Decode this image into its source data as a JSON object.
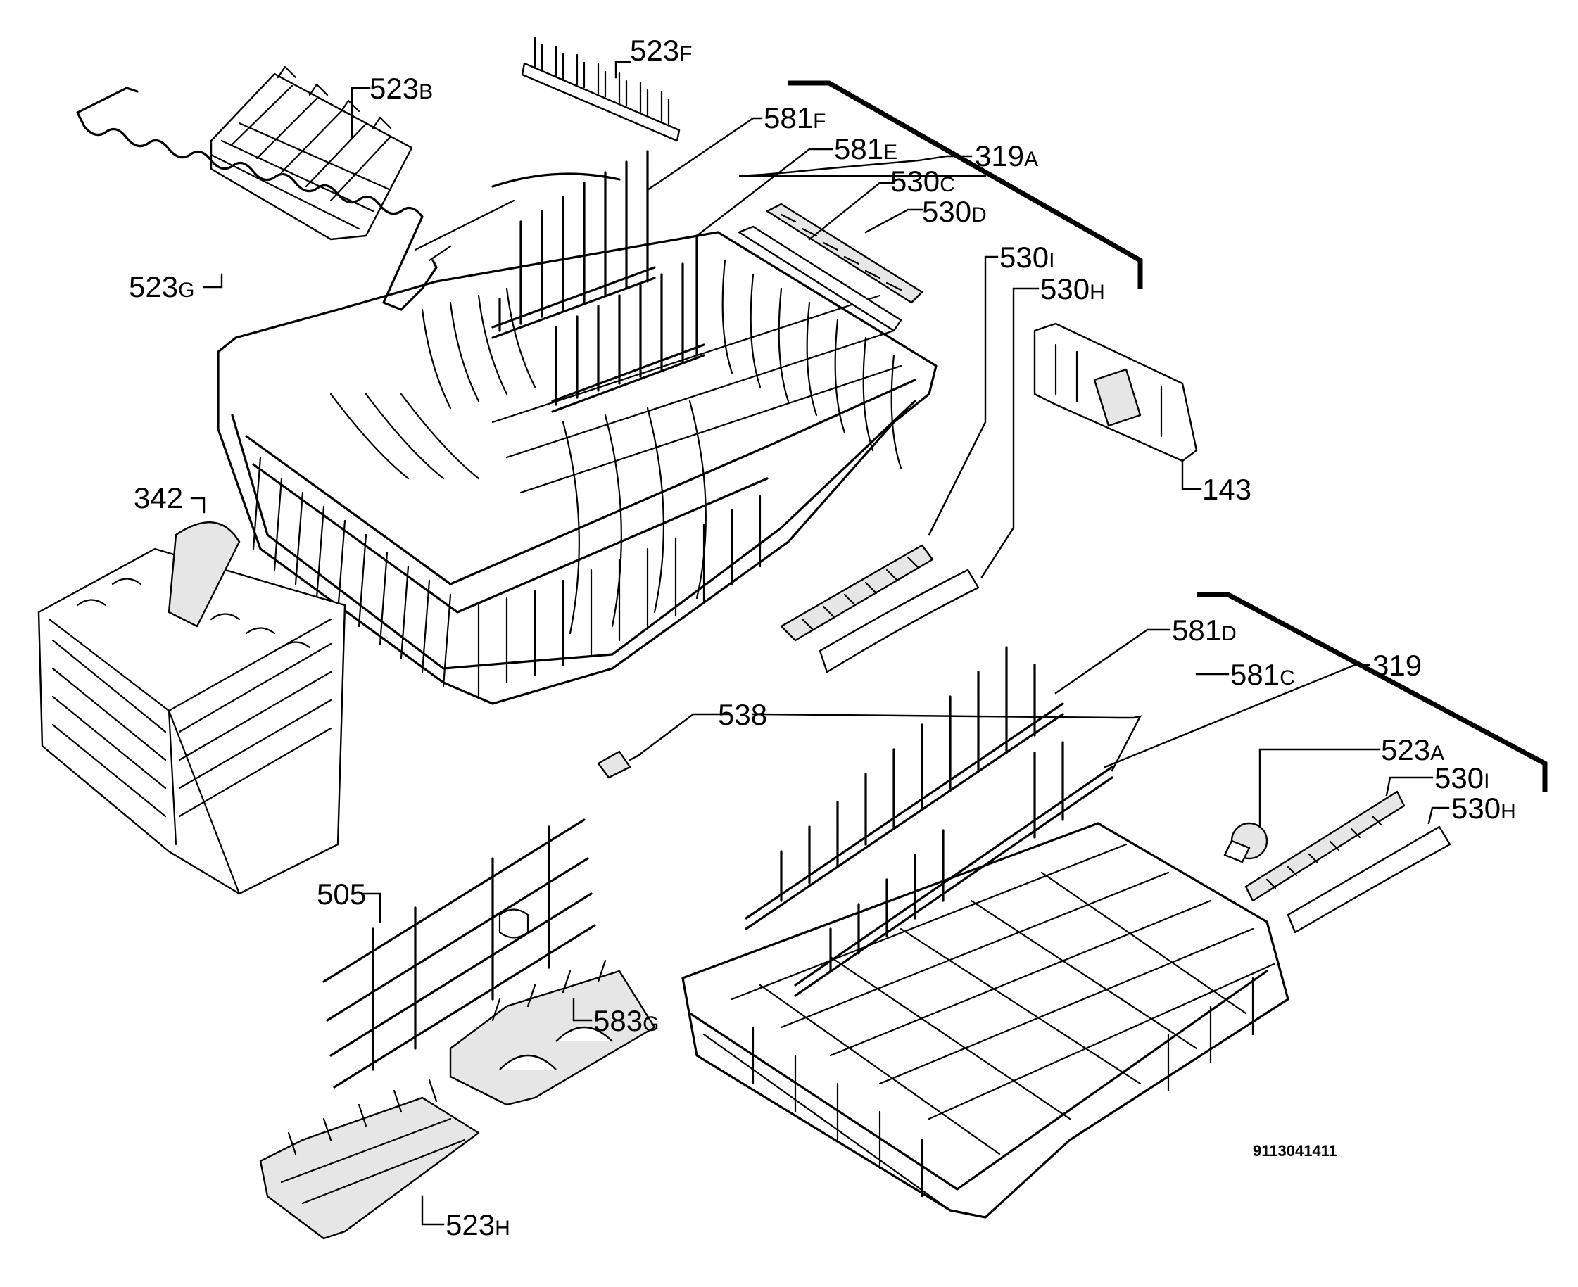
{
  "labels": {
    "p523F": {
      "num": "523",
      "sfx": "F"
    },
    "p523B": {
      "num": "523",
      "sfx": "B"
    },
    "p581F": {
      "num": "581",
      "sfx": "F"
    },
    "p581E": {
      "num": "581",
      "sfx": "E"
    },
    "p319A": {
      "num": "319",
      "sfx": "A"
    },
    "p530C": {
      "num": "530",
      "sfx": "C"
    },
    "p530D": {
      "num": "530",
      "sfx": "D"
    },
    "p530I_top": {
      "num": "530",
      "sfx": "I"
    },
    "p530H_top": {
      "num": "530",
      "sfx": "H"
    },
    "p523G": {
      "num": "523",
      "sfx": "G"
    },
    "p143": {
      "num": "143",
      "sfx": ""
    },
    "p342": {
      "num": "342",
      "sfx": ""
    },
    "p581D": {
      "num": "581",
      "sfx": "D"
    },
    "p319": {
      "num": "319",
      "sfx": ""
    },
    "p581C": {
      "num": "581",
      "sfx": "C"
    },
    "p538": {
      "num": "538",
      "sfx": ""
    },
    "p523A": {
      "num": "523",
      "sfx": "A"
    },
    "p530I_bot": {
      "num": "530",
      "sfx": "I"
    },
    "p530H_bot": {
      "num": "530",
      "sfx": "H"
    },
    "p505": {
      "num": "505",
      "sfx": ""
    },
    "p583G": {
      "num": "583",
      "sfx": "G"
    },
    "p523H": {
      "num": "523",
      "sfx": "H"
    }
  },
  "document_id": "9113041411"
}
